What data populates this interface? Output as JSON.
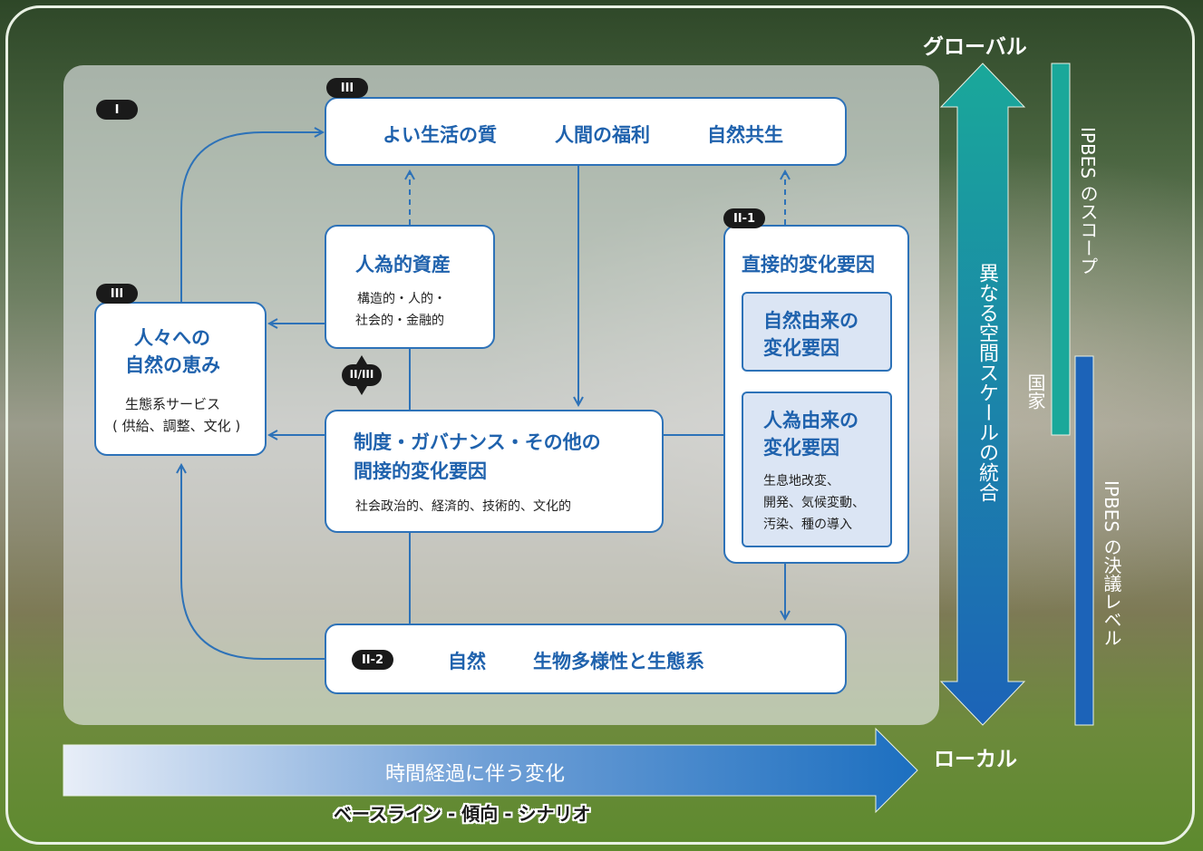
{
  "labels": {
    "I": "I",
    "III": "III",
    "II1": "II-1",
    "II2": "II-2",
    "II_III": "II/III"
  },
  "wellbeing": {
    "item1": "よい生活の質",
    "item2": "人間の福利",
    "item3": "自然共生"
  },
  "assets": {
    "title": "人為的資産",
    "line1": "構造的・人的・",
    "line2": "社会的・金融的"
  },
  "ncp": {
    "line1": "人々への",
    "line2": "自然の恵み",
    "sub1": "生態系サービス",
    "sub2": "( 供給、調整、文化 )"
  },
  "institutions": {
    "line1": "制度・ガバナンス・その他の",
    "line2": "間接的変化要因",
    "sub": "社会政治的、経済的、技術的、文化的"
  },
  "drivers": {
    "title": "直接的変化要因",
    "natural1": "自然由来の",
    "natural2": "変化要因",
    "human1": "人為由来の",
    "human2": "変化要因",
    "detail1": "生息地改変、",
    "detail2": "開発、気候変動、",
    "detail3": "汚染、種の導入"
  },
  "nature": {
    "item1": "自然",
    "item2": "生物多様性と生態系"
  },
  "scale": {
    "global": "グローバル",
    "local": "ローカル",
    "integration": "異なる空間スケールの統合",
    "ipbes_scope": "IPBES のスコープ",
    "national": "国家",
    "ipbes_decision": "IPBES の決議レベル"
  },
  "time": {
    "arrow_label": "時間経過に伴う変化",
    "caption": "ベースライン - 傾向 - シナリオ"
  },
  "colors": {
    "accent_blue": "#1f62ad",
    "teal": "#1aa89a",
    "arrow_blue": "#1c6fc0"
  }
}
